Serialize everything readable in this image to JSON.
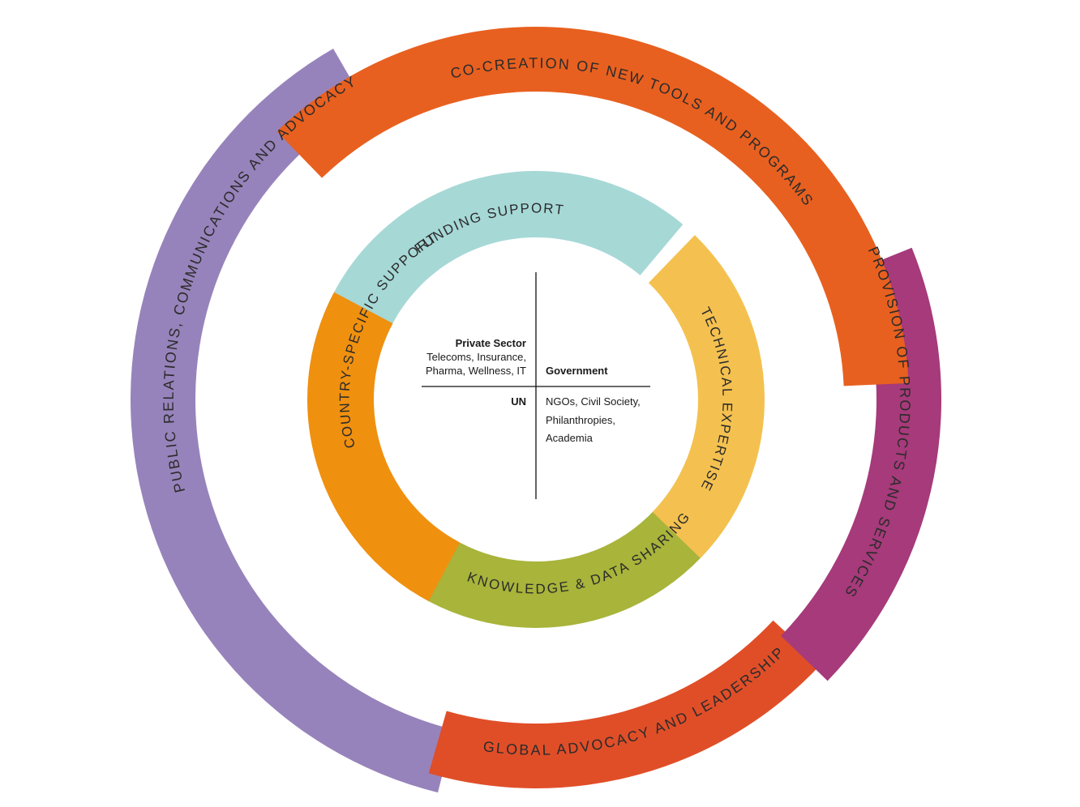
{
  "outer_ring": {
    "segments": [
      {
        "key": "public_relations",
        "label": "PUBLIC RELATIONS, COMMUNICATIONS AND ADVOCACY",
        "color": "#9783bb"
      },
      {
        "key": "co_creation",
        "label": "CO-CREATION OF NEW TOOLS AND PROGRAMS",
        "color": "#e8601f"
      },
      {
        "key": "provision",
        "label": "PROVISION OF PRODUCTS AND SERVICES",
        "color": "#a63a7a"
      },
      {
        "key": "global_advocacy",
        "label": "GLOBAL ADVOCACY AND LEADERSHIP",
        "color": "#e04e28"
      }
    ]
  },
  "inner_ring": {
    "segments": [
      {
        "key": "funding",
        "label": "FUNDING SUPPORT",
        "color": "#a6d8d6"
      },
      {
        "key": "technical",
        "label": "TECHNICAL EXPERTISE",
        "color": "#f4c150"
      },
      {
        "key": "knowledge",
        "label": "KNOWLEDGE & DATA SHARING",
        "color": "#a8b43a"
      },
      {
        "key": "country",
        "label": "COUNTRY-SPECIFIC SUPPORT",
        "color": "#f0900f"
      }
    ]
  },
  "center": {
    "private_sector": {
      "title": "Private Sector",
      "line1": "Telecoms, Insurance,",
      "line2": "Pharma, Wellness, IT"
    },
    "government": {
      "title": "Government"
    },
    "un": {
      "title": "UN"
    },
    "ngos": {
      "line1": "NGOs, Civil Society,",
      "line2": "Philanthropies,",
      "line3": "Academia"
    }
  }
}
